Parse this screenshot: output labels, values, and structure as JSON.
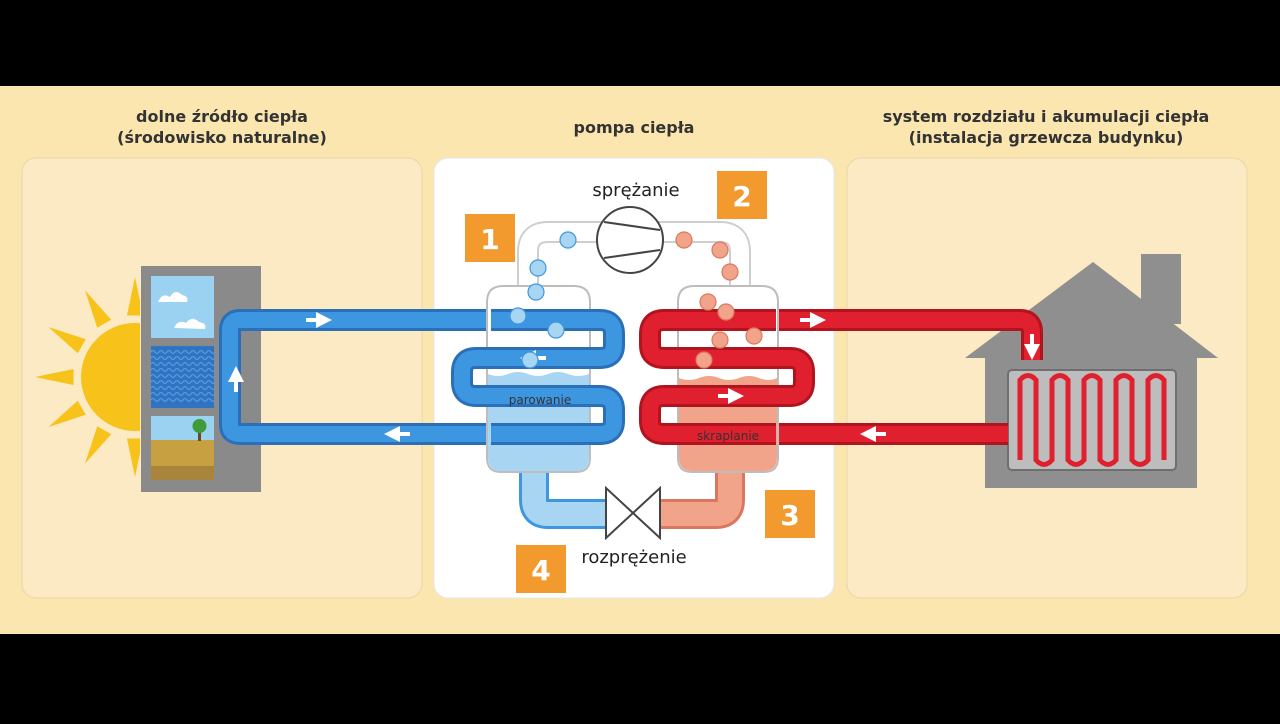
{
  "headers": {
    "left_line1": "dolne  źródło ciepła",
    "left_line2": "(środowisko naturalne)",
    "center": "pompa ciepła",
    "right_line1": "system rozdziału i akumulacji ciepła",
    "right_line2": "(instalacja grzewcza budynku)"
  },
  "labels": {
    "compression": "sprężanie",
    "expansion": "rozprężenie",
    "evaporation": "parowanie",
    "condensation": "skraplanie"
  },
  "steps": [
    "1",
    "2",
    "3",
    "4"
  ],
  "colors": {
    "background": "#fbe6b0",
    "panel_side": "#fbeac3",
    "panel_center": "#ffffff",
    "cold_pipe": "#3d97e0",
    "cold_pipe_dark": "#2a6fb8",
    "hot_pipe": "#e0202e",
    "hot_pipe_dark": "#b2141f",
    "evaporator_liquid": "#a8d6f2",
    "condenser_liquid": "#f2a48a",
    "badge": "#f29a2e",
    "house": "#8f8f8f",
    "sun": "#f7c21a"
  },
  "icons": {
    "sun": "sun-icon",
    "house": "house-icon",
    "compressor": "compressor-icon",
    "expansion_valve": "expansion-valve-icon",
    "radiator": "radiator-icon"
  }
}
